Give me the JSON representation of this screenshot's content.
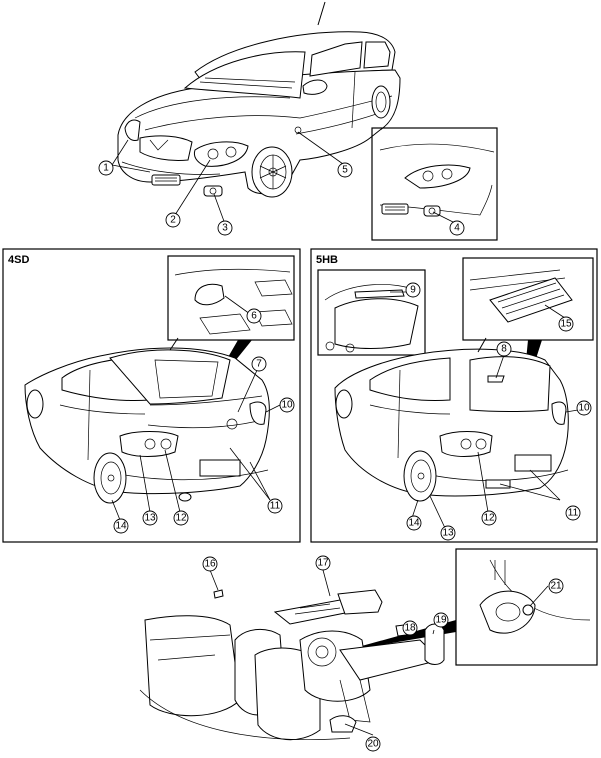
{
  "sections": {
    "sedan": {
      "label": "4SD"
    },
    "hatchback": {
      "label": "5HB"
    }
  },
  "callouts": {
    "c1": "1",
    "c2": "2",
    "c3": "3",
    "c4": "4",
    "c5": "5",
    "c6": "6",
    "c7": "7",
    "c8": "8",
    "c9": "9",
    "c10a": "10",
    "c10b": "10",
    "c11a": "11",
    "c11b": "11",
    "c12a": "12",
    "c12b": "12",
    "c13a": "13",
    "c13b": "13",
    "c14a": "14",
    "c14b": "14",
    "c15": "15",
    "c16": "16",
    "c17": "17",
    "c18": "18",
    "c19": "19",
    "c20": "20",
    "c21": "21"
  }
}
